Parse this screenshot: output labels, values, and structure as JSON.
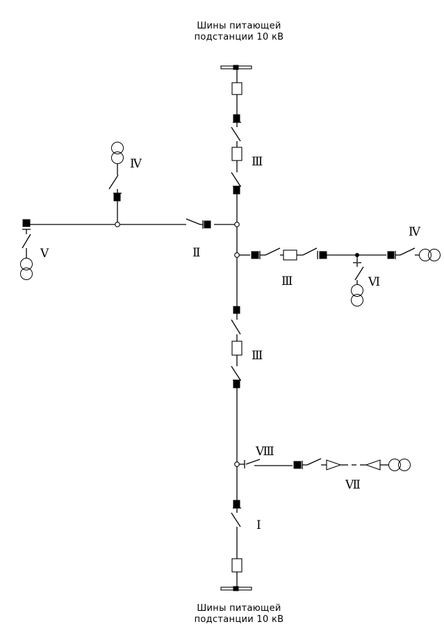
{
  "captions": {
    "top": {
      "line1": "Шины питающей",
      "line2": "подстанции 10 кВ"
    },
    "bottom": {
      "line1": "Шины питающей",
      "line2": "подстанции 10 кВ"
    }
  }
}
